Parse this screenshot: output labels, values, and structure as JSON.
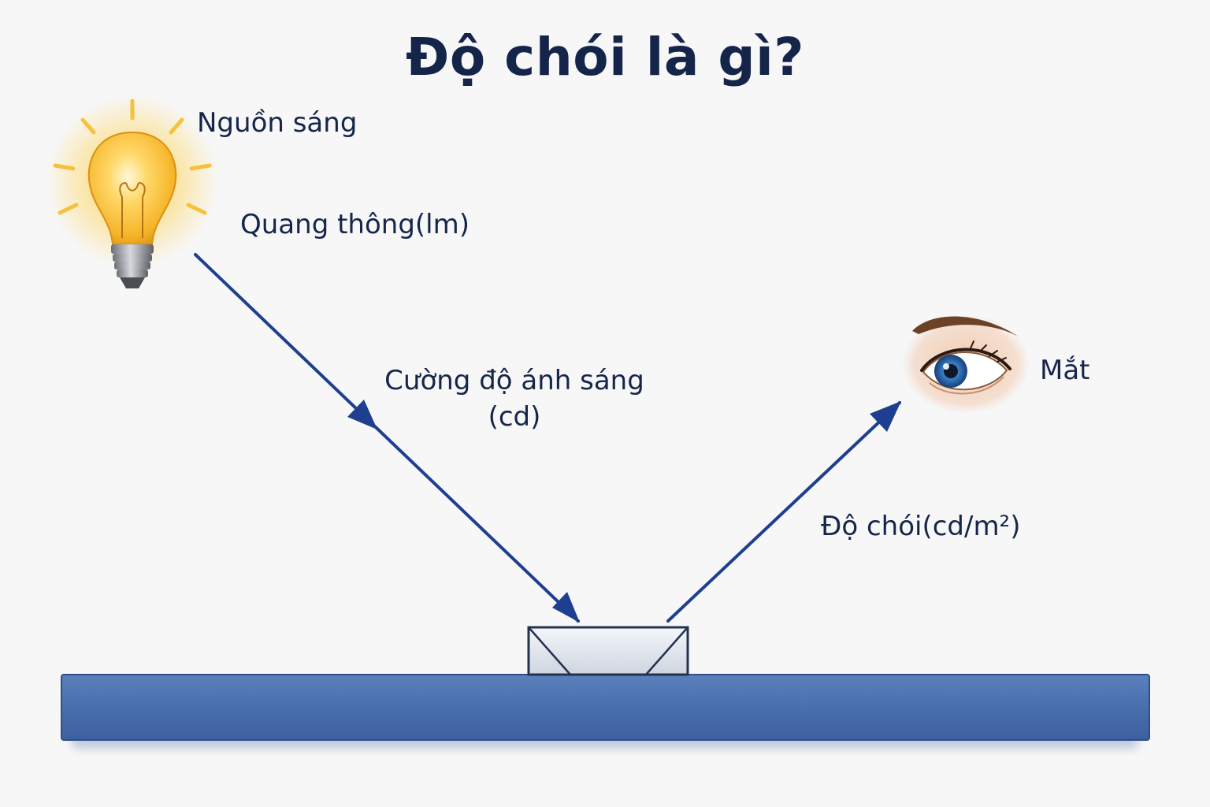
{
  "title": "Độ chói là gì?",
  "labels": {
    "source": "Nguồn sáng",
    "flux": "Quang thông(lm)",
    "intensity": "Cường độ ánh sáng (cd)",
    "luminance": "Độ chói(cd/m²)",
    "eye": "Mắt"
  },
  "icons": {
    "source": "light-bulb-icon",
    "eye": "eye-icon"
  },
  "colors": {
    "title": "#15254a",
    "text": "#16264a",
    "arrow": "#1e3f8f",
    "surface": "#4a6fae",
    "surface_edge": "#2f4f8c",
    "background": "#f7f7f8",
    "bulb_glow": "#ffd24a",
    "iris": "#2f6fb5"
  }
}
